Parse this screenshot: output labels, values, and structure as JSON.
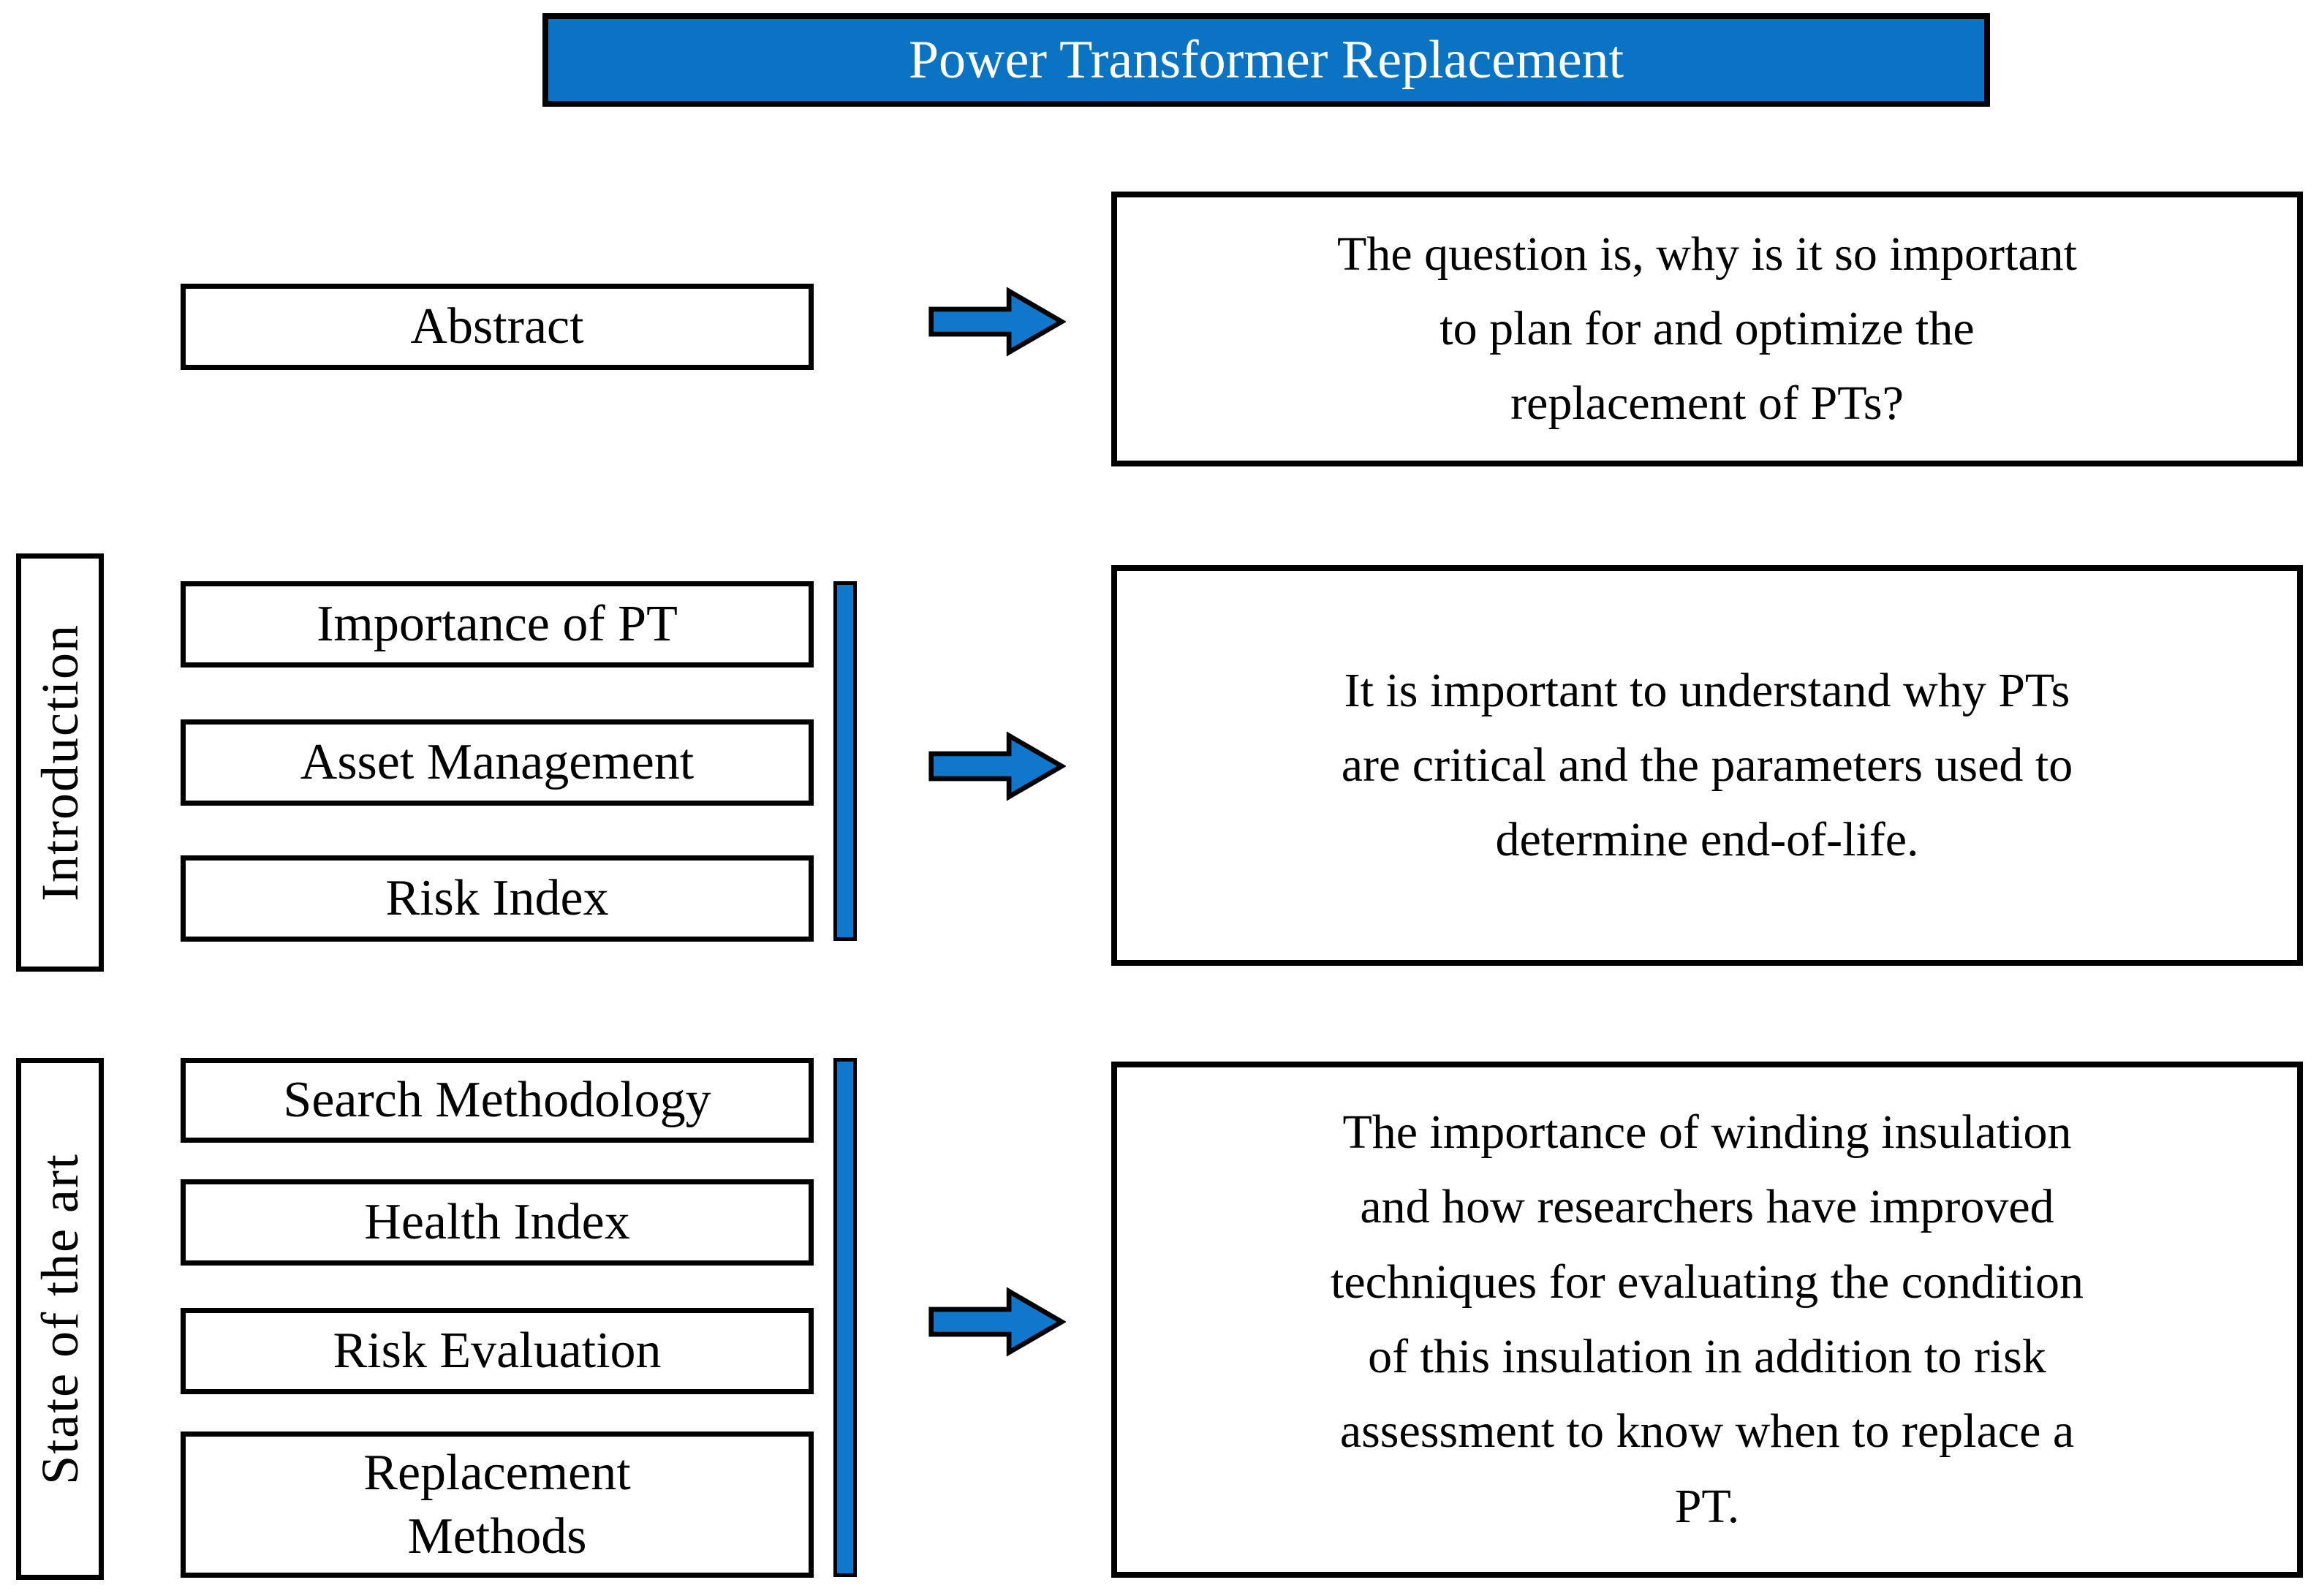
{
  "colors": {
    "header_blue": "#0b73c4",
    "accent_blue": "#0f78cc",
    "ink": "#000000",
    "box_bg": "#ffffff"
  },
  "header": {
    "title": "Power Transformer Replacement"
  },
  "abstract": {
    "label": "Abstract",
    "summary": "The question is, why is it so important\nto plan for and optimize the\nreplacement of PTs?"
  },
  "introduction": {
    "section_label": "Introduction",
    "topics": [
      "Importance of PT",
      "Asset Management",
      "Risk Index"
    ],
    "summary": "It is important to understand why PTs\nare critical and the parameters used to\ndetermine end-of-life."
  },
  "state_of_the_art": {
    "section_label": "State of the art",
    "topics": [
      "Search Methodology",
      "Health Index",
      "Risk Evaluation",
      "Replacement\nMethods"
    ],
    "summary": "The importance of winding insulation\nand how researchers have improved\ntechniques for evaluating the condition\nof this insulation in addition to risk\nassessment to know when to replace a\nPT."
  }
}
